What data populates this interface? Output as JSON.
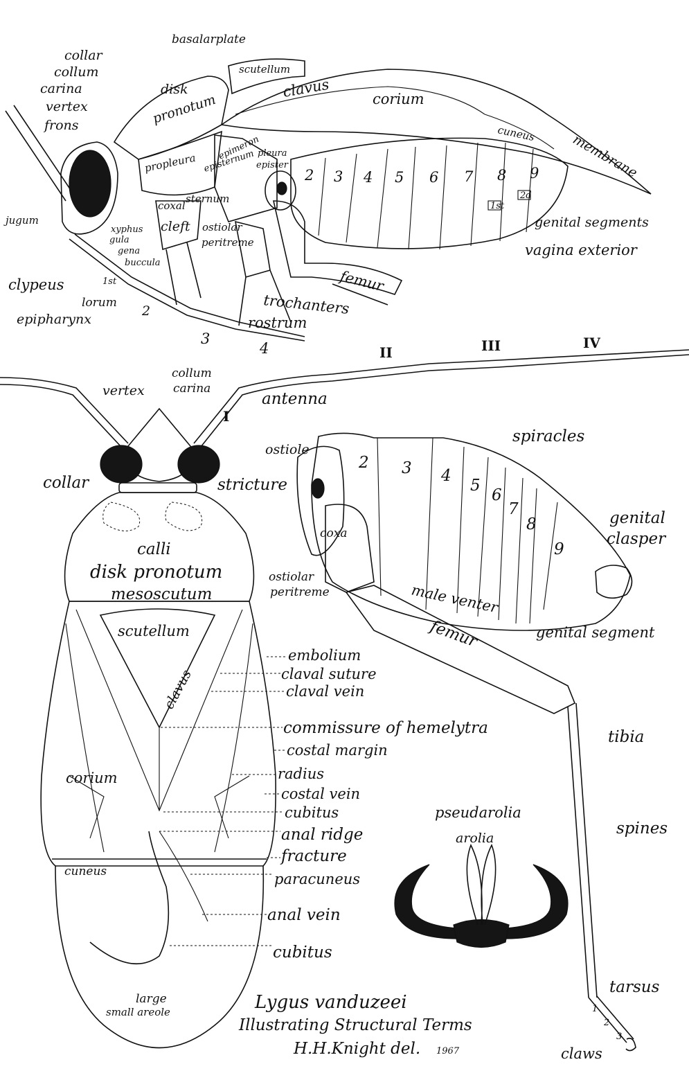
{
  "lateral": {
    "labels": {
      "collar": "collar",
      "collum": "collum",
      "carina": "carina",
      "vertex": "vertex",
      "frons": "frons",
      "basalar_plate": "basalarplate",
      "scutellum": "scutellum",
      "disk": "disk",
      "pronotum": "pronotum",
      "clavus": "clavus",
      "corium": "corium",
      "cuneus": "cuneus",
      "membrane": "membrane",
      "propleura": "propleura",
      "epimeron": "epimeron",
      "episternum": "episternum",
      "pleura": "pleura",
      "episternum_abbr": "epister",
      "sternum": "sternum",
      "coxal": "coxal",
      "cleft": "cleft",
      "ostiolar": "ostiolar",
      "peritreme": "peritreme",
      "jugum": "jugum",
      "xyphus": "xyphus",
      "gula": "gula",
      "gena": "gena",
      "buccula": "buccula",
      "clypeus": "clypeus",
      "lorum": "lorum",
      "epipharynx": "epipharynx",
      "first": "1st",
      "femur": "femur",
      "trochanters": "trochanters",
      "rostrum": "rostrum",
      "genital_segments": "genital segments",
      "vagina_exterior": "vagina exterior",
      "box_1st": "1st",
      "box_2d": "2d"
    },
    "abdominal_segments": [
      "2",
      "3",
      "4",
      "5",
      "6",
      "7",
      "8",
      "9"
    ],
    "rostral_segments": [
      "2",
      "3",
      "4"
    ]
  },
  "dorsal": {
    "antenna_numerals": [
      "I",
      "II",
      "III",
      "IV"
    ],
    "labels": {
      "antenna": "antenna",
      "vertex": "vertex",
      "collum": "collum",
      "carina": "carina",
      "collar": "collar",
      "stricture": "stricture",
      "calli": "calli",
      "disk_pronotum": "disk pronotum",
      "mesoscutum": "mesoscutum",
      "scutellum": "scutellum",
      "clavus": "clavus",
      "corium": "corium",
      "cuneus": "cuneus",
      "large": "large",
      "small_areole": "small areole"
    },
    "wing_terms": [
      "embolium",
      "claval suture",
      "claval vein",
      "commissure of hemelytra",
      "costal margin",
      "radius",
      "costal vein",
      "cubitus",
      "anal ridge",
      "fracture",
      "paracuneus",
      "anal vein",
      "cubitus"
    ]
  },
  "abdomen": {
    "labels": {
      "spiracles": "spiracles",
      "ostiole": "ostiole",
      "coxa": "coxa",
      "ostiolar": "ostiolar",
      "peritreme": "peritreme",
      "genital": "genital",
      "clasper": "clasper",
      "male_venter": "male venter",
      "femur": "femur",
      "genital_segment": "genital segment",
      "tibia": "tibia",
      "spines": "spines",
      "tarsus": "tarsus",
      "claws": "claws"
    },
    "segments": [
      "2",
      "3",
      "4",
      "5",
      "6",
      "7",
      "8",
      "9"
    ],
    "tarsal_segments": [
      "1",
      "2",
      "3"
    ]
  },
  "claw_detail": {
    "labels": {
      "pseudarolia": "pseudarolia",
      "arolia": "arolia"
    }
  },
  "caption": {
    "species": "Lygus vanduzeei",
    "subtitle": "Illustrating Structural Terms",
    "author": "H.H.Knight del.",
    "year": "1967"
  }
}
